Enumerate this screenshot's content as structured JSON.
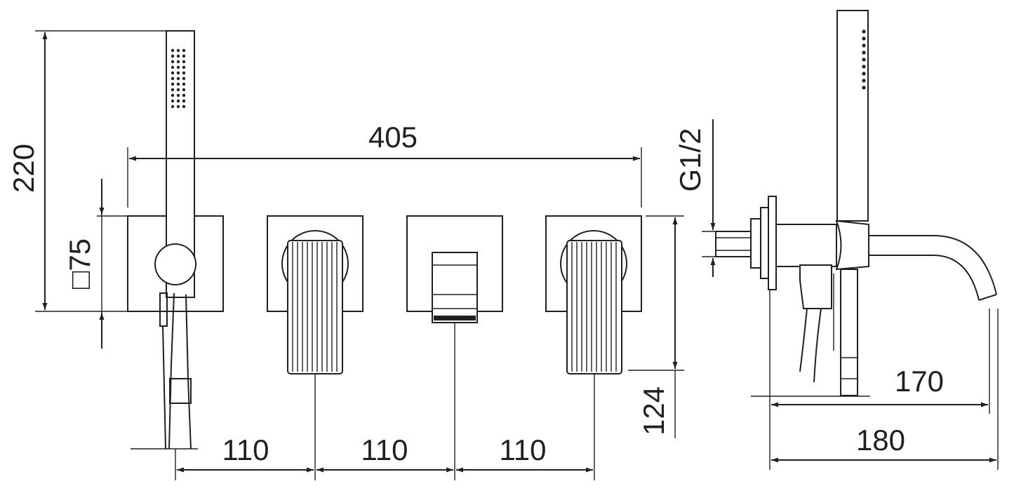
{
  "dimensions": {
    "height_total": "220",
    "plate_size": "□75",
    "overall_width": "405",
    "spacing_1": "110",
    "spacing_2": "110",
    "spacing_3": "110",
    "spout_height": "124",
    "thread": "G1/2",
    "projection_170": "170",
    "projection_180": "180"
  }
}
